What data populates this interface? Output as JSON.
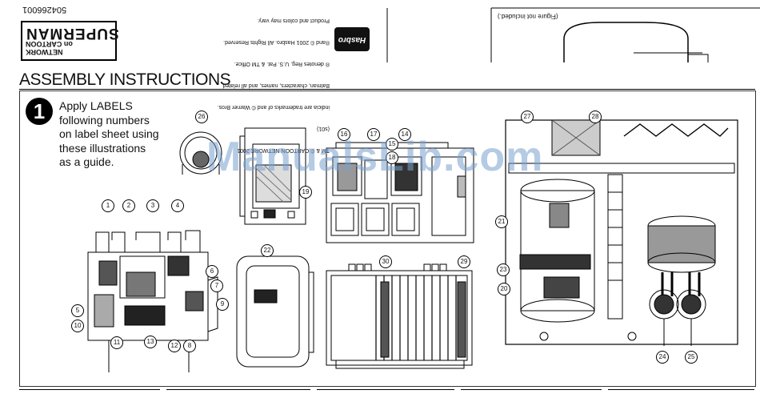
{
  "header": {
    "part_number": "504266001",
    "logo_lines": [
      "SUPERMAN",
      "on CARTOON",
      "NETWORK"
    ],
    "legal_lines": [
      "Product and colors may vary.",
      "®and © 2001 Hasbro. All Rights Reserved.",
      "® denotes Reg. U.S. Pat. & TM Office.",
      "Batman, characters, names, and all related",
      "indicia are trademarks of and © Warner Bros.",
      "(s01)",
      "TM & © CARTOON NETWORK 2001"
    ],
    "brand": "Hasbro",
    "figure_note": "(Figure not included.)"
  },
  "section_title": "ASSEMBLY INSTRUCTIONS",
  "step": {
    "number": "1",
    "text_lines": [
      "Apply LABELS",
      "following numbers",
      "on label sheet using",
      "these illustrations",
      "as a guide."
    ]
  },
  "watermark": "ManualsLib.com",
  "callouts": [
    "1",
    "2",
    "3",
    "4",
    "5",
    "6",
    "7",
    "8",
    "9",
    "10",
    "11",
    "12",
    "13",
    "14",
    "15",
    "16",
    "17",
    "18",
    "19",
    "20",
    "21",
    "22",
    "23",
    "24",
    "25",
    "26",
    "27",
    "28",
    "29",
    "30"
  ]
}
